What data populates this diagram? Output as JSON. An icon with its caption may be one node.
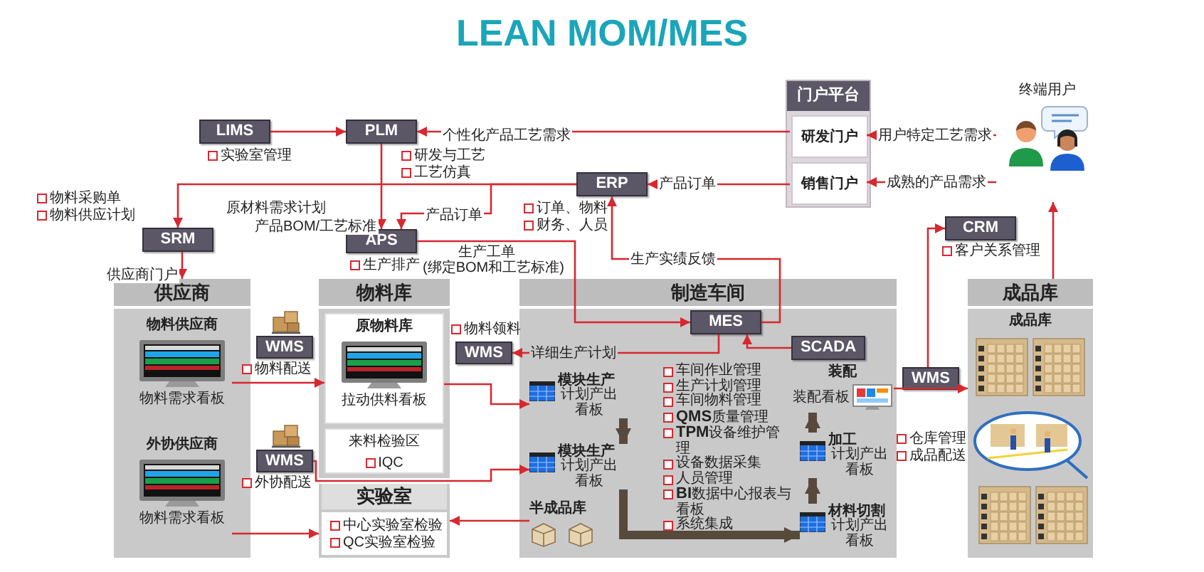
{
  "diagram": {
    "title": "LEAN MOM/MES",
    "nodes": [
      {
        "text": [
          "LIMS"
        ],
        "beside": [
          "实验室管理"
        ]
      },
      {
        "text": [
          "PLM"
        ],
        "beside": [
          "研发与工艺",
          "工艺仿真"
        ]
      },
      {
        "text": [
          "门户平台"
        ]
      },
      {
        "text": [
          "研发门户"
        ],
        "in": 2
      },
      {
        "text": [
          "销售门户"
        ],
        "in": 2
      },
      {
        "text": [
          "终端用户"
        ]
      },
      {
        "text": [
          "ERP"
        ],
        "beside": [
          "订单、物料",
          "财务、人员"
        ]
      },
      {
        "text": [
          "SRM"
        ],
        "beside": [
          "物料采购单",
          "物料供应计划"
        ]
      },
      {
        "text": [
          "APS"
        ],
        "beside": [
          "生产排产"
        ]
      },
      {
        "text": [
          "CRM"
        ],
        "beside": [
          "客户关系管理"
        ]
      },
      {
        "text": [
          "供应商"
        ]
      },
      {
        "text": [
          "物料供应商",
          "物料需求看板"
        ],
        "in": 10
      },
      {
        "text": [
          "外协供应商",
          "物料需求看板"
        ],
        "in": 10
      },
      {
        "text": [
          "物料库"
        ]
      },
      {
        "text": [
          "原物料库",
          "拉动供料看板"
        ],
        "in": 13
      },
      {
        "text": [
          "来料检验区",
          "IQC"
        ],
        "in": 13
      },
      {
        "text": [
          "实验室",
          "中心实验室检验",
          "QC实验室检验"
        ]
      },
      {
        "text": [
          "WMS"
        ],
        "beside": [
          "物料配送"
        ]
      },
      {
        "text": [
          "WMS"
        ],
        "beside": [
          "外协配送"
        ]
      },
      {
        "text": [
          "WMS"
        ],
        "beside": [
          "物料领料"
        ]
      },
      {
        "text": [
          "制造车间"
        ]
      },
      {
        "text": [
          "MES"
        ],
        "in": 20
      },
      {
        "text": [
          "SCADA"
        ],
        "in": 20
      },
      {
        "text": [
          "模块生产",
          "计划产出看板"
        ],
        "in": 20
      },
      {
        "text": [
          "模块生产",
          "计划产出看板"
        ],
        "in": 20
      },
      {
        "text": [
          "半成品库"
        ],
        "in": 20
      },
      {
        "text": [
          "装配",
          "装配看板"
        ],
        "in": 20
      },
      {
        "text": [
          "加工",
          "计划产出看板"
        ],
        "in": 20
      },
      {
        "text": [
          "材料切割",
          "计划产出看板"
        ],
        "in": 20
      },
      {
        "text": [
          "WMS"
        ],
        "beside": [
          "仓库管理",
          "成品配送"
        ]
      },
      {
        "text": [
          "成品库",
          "成品库"
        ]
      }
    ],
    "edges": [
      {
        "from": 0,
        "to": 1,
        "arrow": "to"
      },
      {
        "from": 3,
        "to": 1,
        "arrow": "to",
        "label": "个性化产品工艺需求"
      },
      {
        "from": 5,
        "to": 3,
        "arrow": "to",
        "label": "用户特定工艺需求"
      },
      {
        "from": 5,
        "to": 4,
        "arrow": "to",
        "label": "成熟的产品需求"
      },
      {
        "from": 4,
        "to": 6,
        "arrow": "to",
        "label": "产品订单"
      },
      {
        "from": 6,
        "to": 7,
        "arrow": "to",
        "label": "原材料需求计划"
      },
      {
        "from": 6,
        "to": 8,
        "arrow": "to",
        "label": "产品订单"
      },
      {
        "from": 1,
        "to": 8,
        "arrow": "to",
        "label": "产品BOM/工艺标准"
      },
      {
        "from": 8,
        "to": 21,
        "arrow": "to",
        "label": "生产工单 (绑定BOM和工艺标准)"
      },
      {
        "from": 21,
        "to": 6,
        "arrow": "to",
        "label": "生产实绩反馈"
      },
      {
        "from": 7,
        "to": 10,
        "arrow": "to",
        "label": "供应商门户"
      },
      {
        "from": 11,
        "to": 14,
        "arrow": "to"
      },
      {
        "from": 12,
        "to": 16,
        "arrow": "to"
      },
      {
        "from": 14,
        "to": 23,
        "arrow": "to"
      },
      {
        "from": 18,
        "to": 24,
        "arrow": "to"
      },
      {
        "from": 21,
        "to": 19,
        "arrow": "to",
        "label": "详细生产计划"
      },
      {
        "from": 22,
        "to": 21,
        "arrow": "to"
      },
      {
        "from": 23,
        "to": 24,
        "arrow": "to",
        "style": "thick",
        "color": "#574a3c"
      },
      {
        "from": 24,
        "to": 28,
        "arrow": "to",
        "style": "thick",
        "color": "#574a3c"
      },
      {
        "from": 28,
        "to": 27,
        "arrow": "to",
        "style": "thick",
        "color": "#574a3c"
      },
      {
        "from": 27,
        "to": 26,
        "arrow": "to",
        "style": "thick",
        "color": "#574a3c"
      },
      {
        "from": 25,
        "to": 16,
        "arrow": "to"
      },
      {
        "from": 26,
        "to": 30,
        "arrow": "to"
      },
      {
        "from": 29,
        "to": 9,
        "arrow": "to"
      },
      {
        "from": 30,
        "to": 5,
        "arrow": "to"
      }
    ],
    "labels": [
      "车间作业管理",
      "生产计划管理",
      "车间物料管理",
      "**QMS**质量管理",
      "**TPM**设备维护管理",
      "设备数据采集",
      "人员管理",
      "**BI**数据中心报表与看板",
      "系统集成"
    ]
  }
}
